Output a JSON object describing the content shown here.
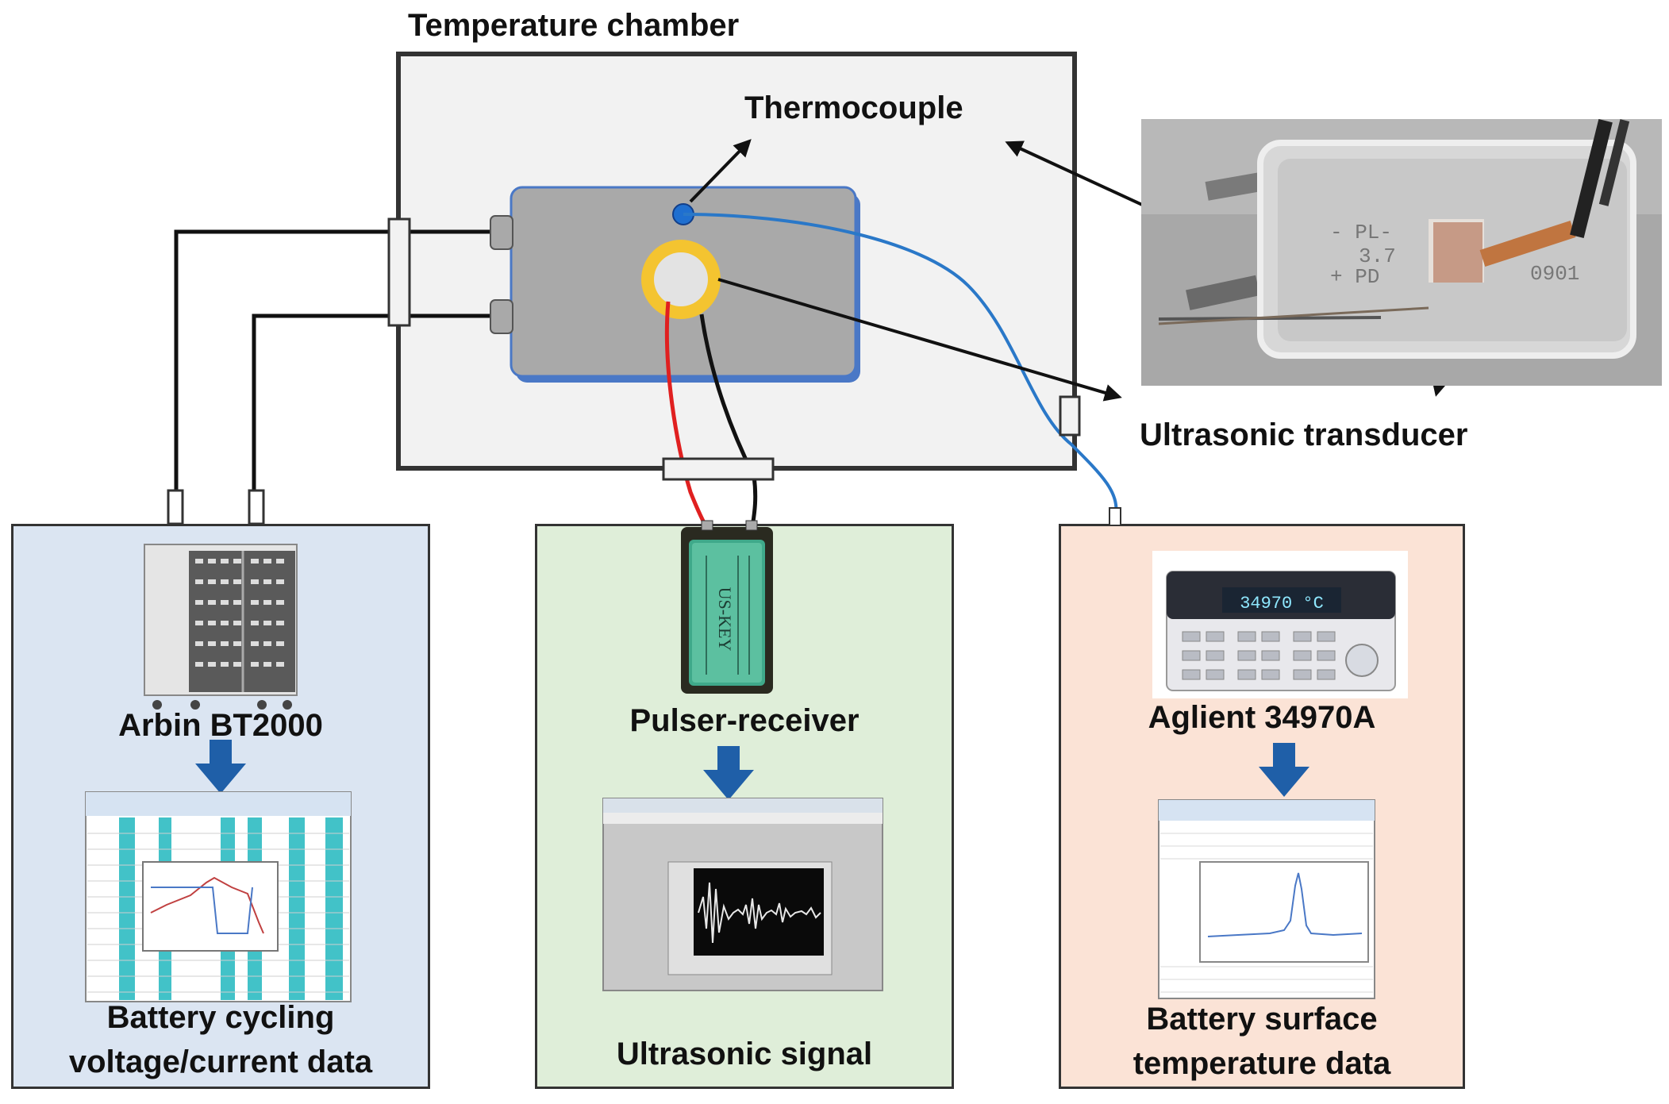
{
  "labels": {
    "chamber": "Temperature chamber",
    "thermocouple": "Thermocouple",
    "transducer": "Ultrasonic transducer",
    "arbin": "Arbin BT2000",
    "pulser": "Pulser-receiver",
    "agilent": "Aglient 34970A",
    "cycling_line1": "Battery cycling",
    "cycling_line2": "voltage/current data",
    "ultrasonic_signal": "Ultrasonic signal",
    "temp_line1": "Battery surface",
    "temp_line2": "temperature data"
  },
  "photo": {
    "print_line1": "- PL-",
    "print_line2": "3.7",
    "print_line3": "+ PD",
    "print_code": "0901"
  },
  "devices": {
    "pulser_text": "US-KEY",
    "agilent_display": "34970 °C"
  },
  "colors": {
    "panel_left": "#dbe5f2",
    "panel_middle": "#dfeed9",
    "panel_right": "#fbe3d6",
    "chamber_fill": "#f2f2f2",
    "arrow_blue": "#1f5fa8",
    "thermocouple_wire": "#2a78c8",
    "red_wire": "#e02020"
  }
}
